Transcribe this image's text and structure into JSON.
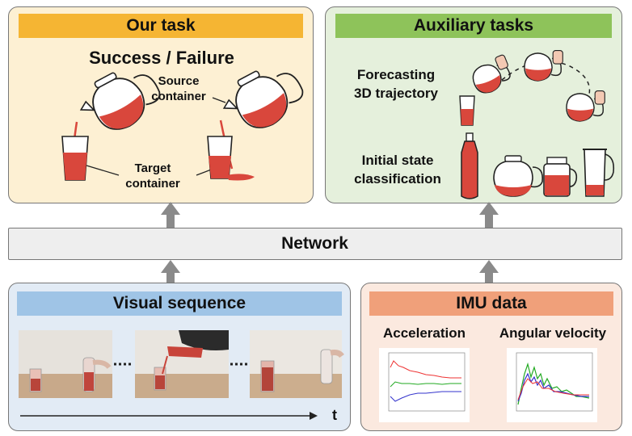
{
  "our_task": {
    "banner": "Our task",
    "headline": "Success / Failure",
    "source_label": "Source\ncontainer",
    "target_label": "Target\ncontainer"
  },
  "aux_tasks": {
    "banner": "Auxiliary tasks",
    "forecast_label": "Forecasting\n3D trajectory",
    "initial_label": "Initial state\nclassification"
  },
  "network": {
    "label": "Network"
  },
  "visual_sequence": {
    "banner": "Visual sequence",
    "time_label": "t"
  },
  "imu": {
    "banner": "IMU data",
    "acc_label": "Acceleration",
    "gyro_label": "Angular velocity"
  },
  "colors": {
    "our_task_bg": "#fdf0d3",
    "our_task_banner": "#f5b533",
    "aux_bg": "#e5f0dc",
    "aux_banner": "#8ec35a",
    "network_bg": "#eeeeee",
    "visual_bg": "#e2ebf5",
    "visual_banner": "#9fc4e6",
    "imu_bg": "#fbe9df",
    "imu_banner": "#f0a07a",
    "liquid": "#d9473c",
    "arrow": "#8a8a8a"
  }
}
